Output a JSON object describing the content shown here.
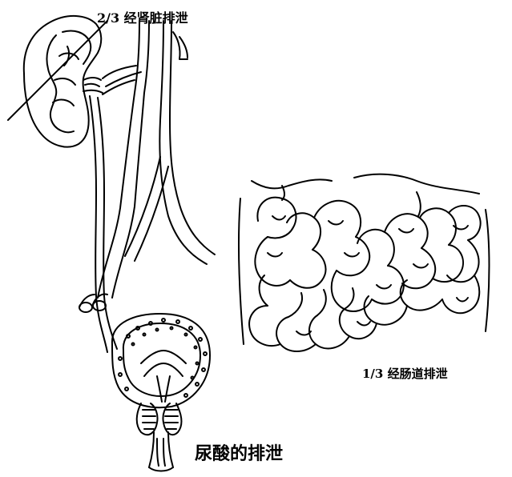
{
  "figure": {
    "title": "尿酸的排泄",
    "labels": {
      "kidney": "2/3 经肾脏排泄",
      "intestine": "1/3 经肠道排泄"
    }
  },
  "colors": {
    "ink": "#000000",
    "paper": "#ffffff"
  }
}
